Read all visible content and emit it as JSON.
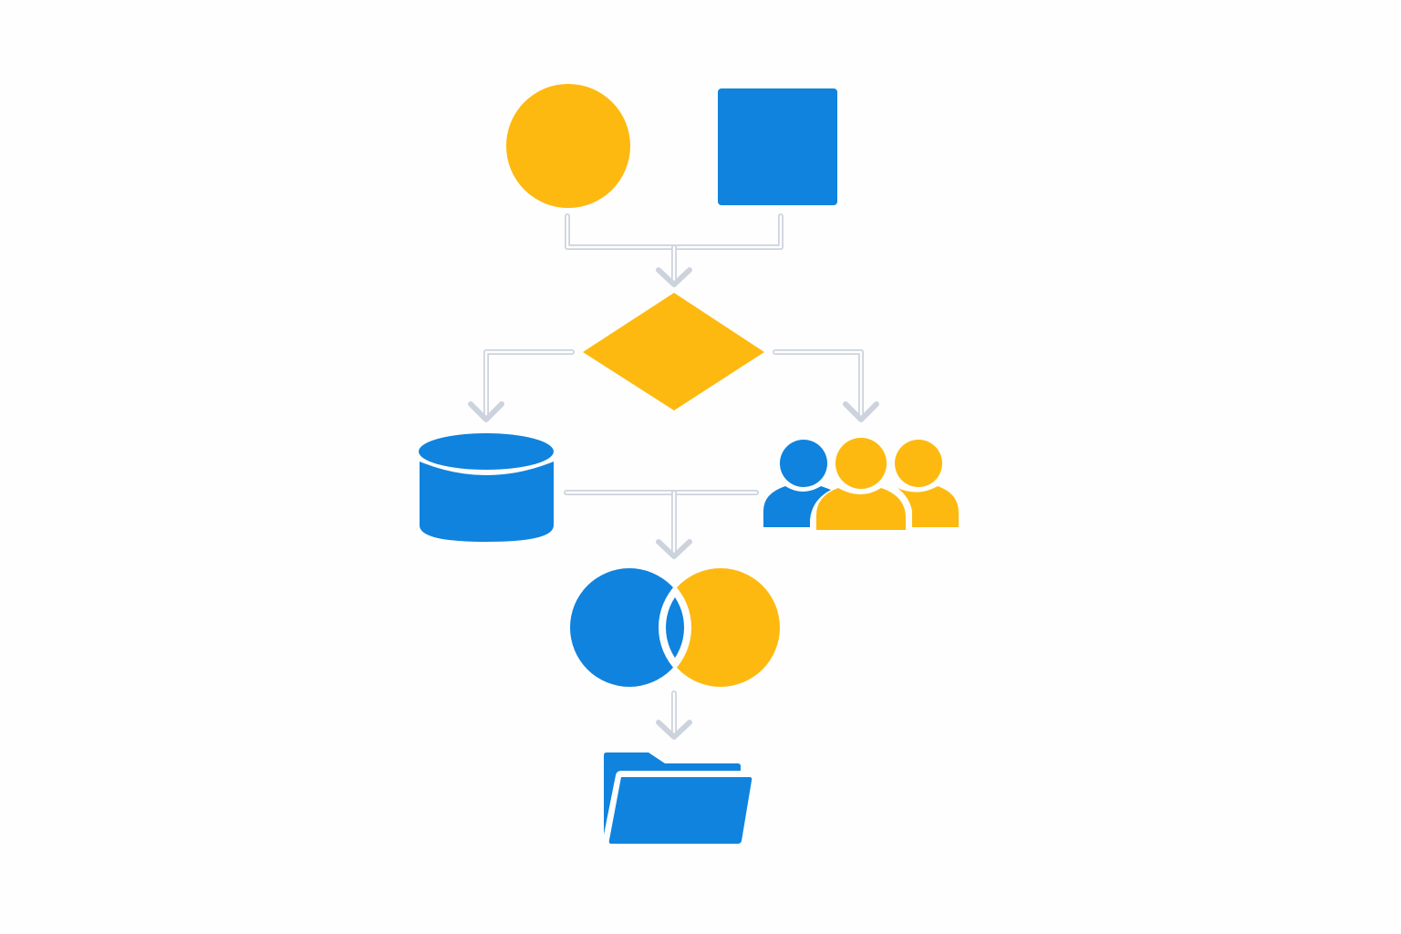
{
  "diagram": {
    "colors": {
      "yellow": "#FDB90F",
      "blue": "#0F83DE",
      "connector": "#CDD3DD",
      "background": "#FEFEFE"
    },
    "nodes": [
      {
        "id": "start-circle",
        "shape": "circle",
        "color": "yellow"
      },
      {
        "id": "input-square",
        "shape": "square",
        "color": "blue"
      },
      {
        "id": "decision",
        "shape": "diamond",
        "color": "yellow"
      },
      {
        "id": "database",
        "shape": "cylinder-icon",
        "color": "blue"
      },
      {
        "id": "users",
        "shape": "users-group-icon",
        "color": "blue+yellow"
      },
      {
        "id": "merge",
        "shape": "venn-diagram-icon",
        "color": "blue+yellow"
      },
      {
        "id": "output",
        "shape": "folder-icon",
        "color": "blue"
      }
    ],
    "edges": [
      {
        "from": [
          "start-circle",
          "input-square"
        ],
        "to": "decision"
      },
      {
        "from": "decision",
        "to": "database"
      },
      {
        "from": "decision",
        "to": "users"
      },
      {
        "from": [
          "database",
          "users"
        ],
        "to": "merge"
      },
      {
        "from": "merge",
        "to": "output"
      }
    ]
  }
}
